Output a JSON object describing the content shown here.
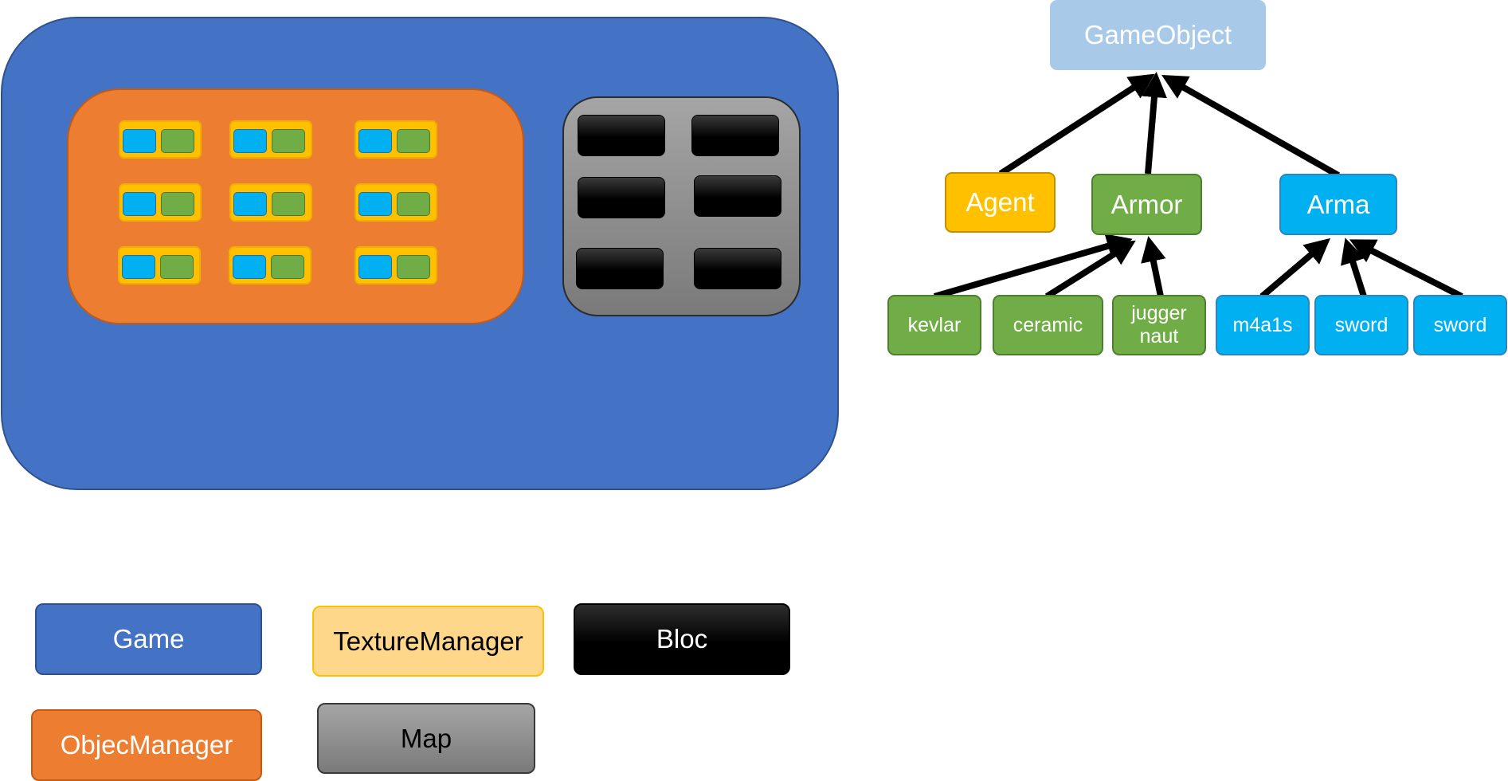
{
  "hierarchy": {
    "root": "GameObject",
    "agent": "Agent",
    "armor": "Armor",
    "arma": "Arma",
    "armor_children": {
      "kevlar": "kevlar",
      "ceramic": "ceramic",
      "juggernaut_line1": "jugger",
      "juggernaut_line2": "naut"
    },
    "arma_children": {
      "m4a1s": "m4a1s",
      "sword_1": "sword",
      "sword_2": "sword"
    }
  },
  "legend": {
    "game": "Game",
    "texture_manager": "TextureManager",
    "bloc": "Bloc",
    "object_manager": "ObjecManager",
    "map": "Map"
  },
  "colors": {
    "game": "#4472c4",
    "object_manager": "#ed7d31",
    "texture_manager": "#ffc000",
    "texture_manager_legend": "#ffd78a",
    "map": "#a5a5a5",
    "bloc": "#000000",
    "green": "#70ad47",
    "blue": "#00b0f0",
    "root": "#a9c9e9"
  }
}
